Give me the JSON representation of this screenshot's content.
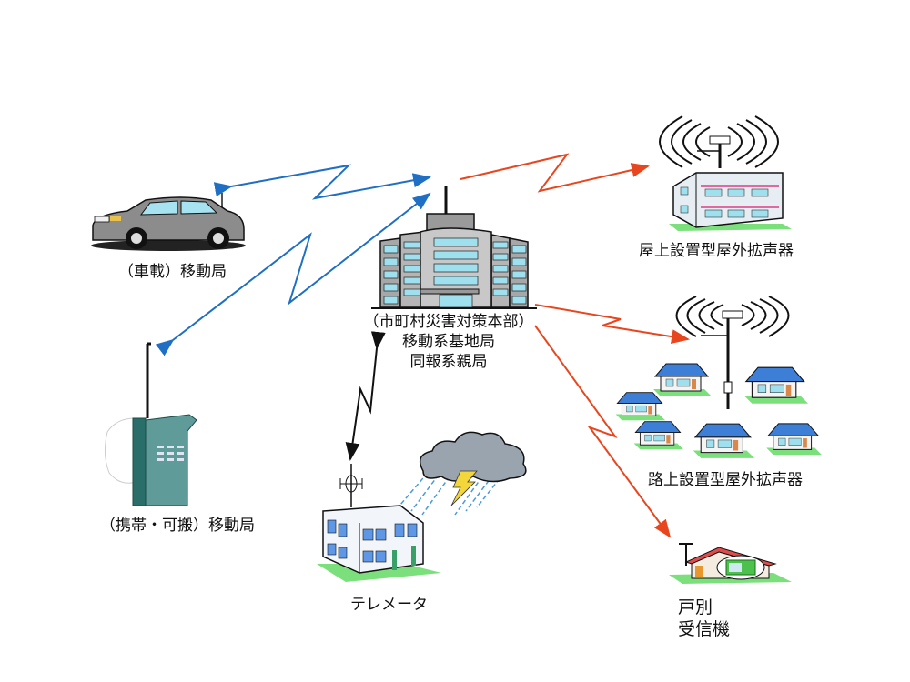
{
  "title": "同報系・移動系防災行政無線 構成図",
  "nodes": {
    "hq": {
      "lines": [
        "（市町村災害対策本部）",
        "移動系基地局",
        "同報系親局"
      ]
    },
    "vehicle": {
      "label": "（車載）移動局"
    },
    "handheld": {
      "label": "（携帯・可搬）移動局"
    },
    "telemeter": {
      "label": "テレメータ"
    },
    "rooftop_speaker": {
      "label": "屋上設置型屋外拡声器"
    },
    "street_speaker": {
      "label": "路上設置型屋外拡声器"
    },
    "home_receiver": {
      "lines": [
        "戸別",
        "受信機"
      ]
    }
  },
  "links": [
    {
      "from": "hq",
      "to": "vehicle",
      "type": "mobile",
      "direction": "bidirectional"
    },
    {
      "from": "hq",
      "to": "handheld",
      "type": "mobile",
      "direction": "bidirectional"
    },
    {
      "from": "hq",
      "to": "telemeter",
      "type": "telemetry",
      "direction": "bidirectional"
    },
    {
      "from": "hq",
      "to": "rooftop_speaker",
      "type": "broadcast",
      "direction": "one-way"
    },
    {
      "from": "hq",
      "to": "street_speaker",
      "type": "broadcast",
      "direction": "one-way"
    },
    {
      "from": "hq",
      "to": "home_receiver",
      "type": "broadcast",
      "direction": "one-way"
    }
  ],
  "colors": {
    "mobile_link": "#1f6fc4",
    "broadcast_link": "#e8461e",
    "telemetry_link": "#111111",
    "window": "#9fe0ef",
    "roof_blue": "#3d7fd6",
    "grass": "#7be07b",
    "radio_teal": "#2f7d7a"
  }
}
